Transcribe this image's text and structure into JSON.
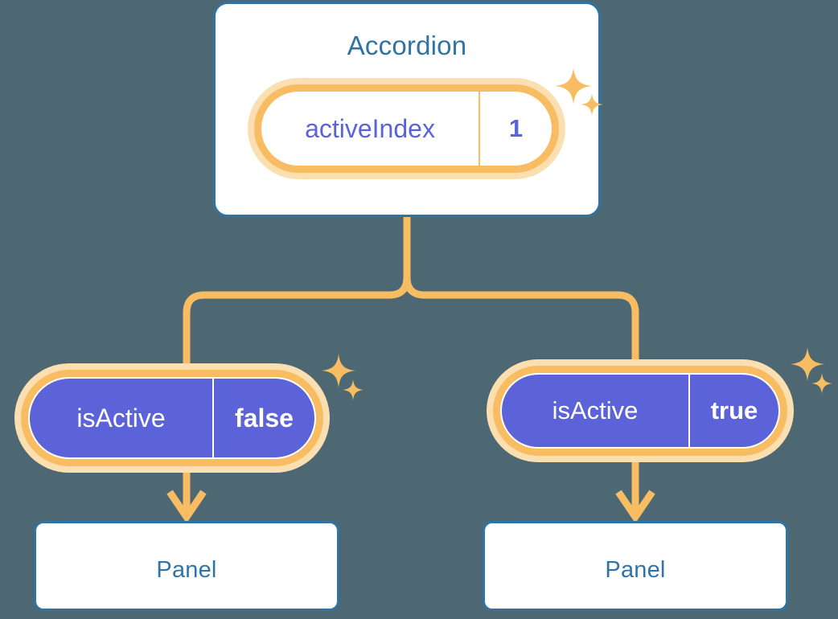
{
  "diagram": {
    "type": "component-state-tree",
    "background_color": "#4d6873",
    "accent_orange": "#f8bd62",
    "accent_orange_soft": "#fbdfb0",
    "accent_purple": "#5c63d8",
    "accent_blue": "#2f74a4",
    "card_background": "#ffffff"
  },
  "root": {
    "title": "Accordion",
    "state_badge": {
      "name": "activeIndex",
      "value": "1",
      "style": "white",
      "highlighted": true,
      "sparkle_icon": "sparkle-icon"
    }
  },
  "children": [
    {
      "id": "child-left",
      "prop_badge": {
        "name": "isActive",
        "value": "false",
        "style": "purple",
        "highlighted": true,
        "sparkle_icon": "sparkle-icon"
      },
      "arrow_icon": "arrow-down-icon",
      "card": {
        "title": "Panel"
      }
    },
    {
      "id": "child-right",
      "prop_badge": {
        "name": "isActive",
        "value": "true",
        "style": "purple",
        "highlighted": true,
        "sparkle_icon": "sparkle-icon"
      },
      "arrow_icon": "arrow-down-icon",
      "card": {
        "title": "Panel"
      }
    }
  ]
}
